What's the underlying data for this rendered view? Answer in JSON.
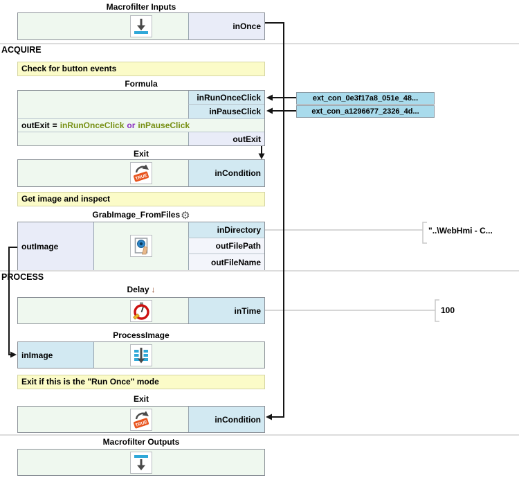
{
  "sections": {
    "acquire": "ACQUIRE",
    "process": "PROCESS"
  },
  "icons": {
    "gear": "⚙",
    "step_down": "↓"
  },
  "inputs_block": {
    "title": "Macrofilter Inputs",
    "port_out": "inOnce"
  },
  "comment_events": "Check for button events",
  "formula_block": {
    "title": "Formula",
    "in_run_once": "inRunOnceClick",
    "in_pause": "inPauseClick",
    "expr_lhs": "outExit",
    "expr_eq": "=",
    "expr_arg1": "inRunOnceClick",
    "expr_op": "or",
    "expr_arg2": "inPauseClick",
    "port_out": "outExit"
  },
  "ext_connections": {
    "first": "ext_con_0e3f17a8_051e_48...",
    "second": "ext_con_a1296677_2326_4d..."
  },
  "exit_block_1": {
    "title": "Exit",
    "port_in": "inCondition"
  },
  "comment_grab": "Get image and inspect",
  "grab_block": {
    "title": "GrabImage_FromFiles",
    "port_out_image": "outImage",
    "port_in_directory": "inDirectory",
    "port_out_file_path": "outFilePath",
    "port_out_file_name": "outFileName",
    "in_directory_value": "\"..\\WebHmi - C..."
  },
  "delay_block": {
    "title": "Delay",
    "port_in": "inTime",
    "in_time_value": "100"
  },
  "process_block": {
    "title": "ProcessImage",
    "port_in": "inImage"
  },
  "comment_exit": "Exit if this is the \"Run Once\" mode",
  "exit_block_2": {
    "title": "Exit",
    "port_in": "inCondition"
  },
  "outputs_block": {
    "title": "Macrofilter Outputs"
  },
  "colors": {
    "input_port": "#d2e9f2",
    "output_port": "#e9ecf8",
    "block_body": "#eff8ef",
    "comment": "#fbfbc8",
    "ext_connection": "#a9dbec",
    "formula_identifier": "#768f12",
    "formula_operator": "#8b2fc0",
    "icon_blue": "#2fa8d8",
    "exit_tag_orange": "#e8541e",
    "delay_red": "#cc1111",
    "wire_black": "#141414",
    "wire_gray": "#c8c8c8"
  }
}
